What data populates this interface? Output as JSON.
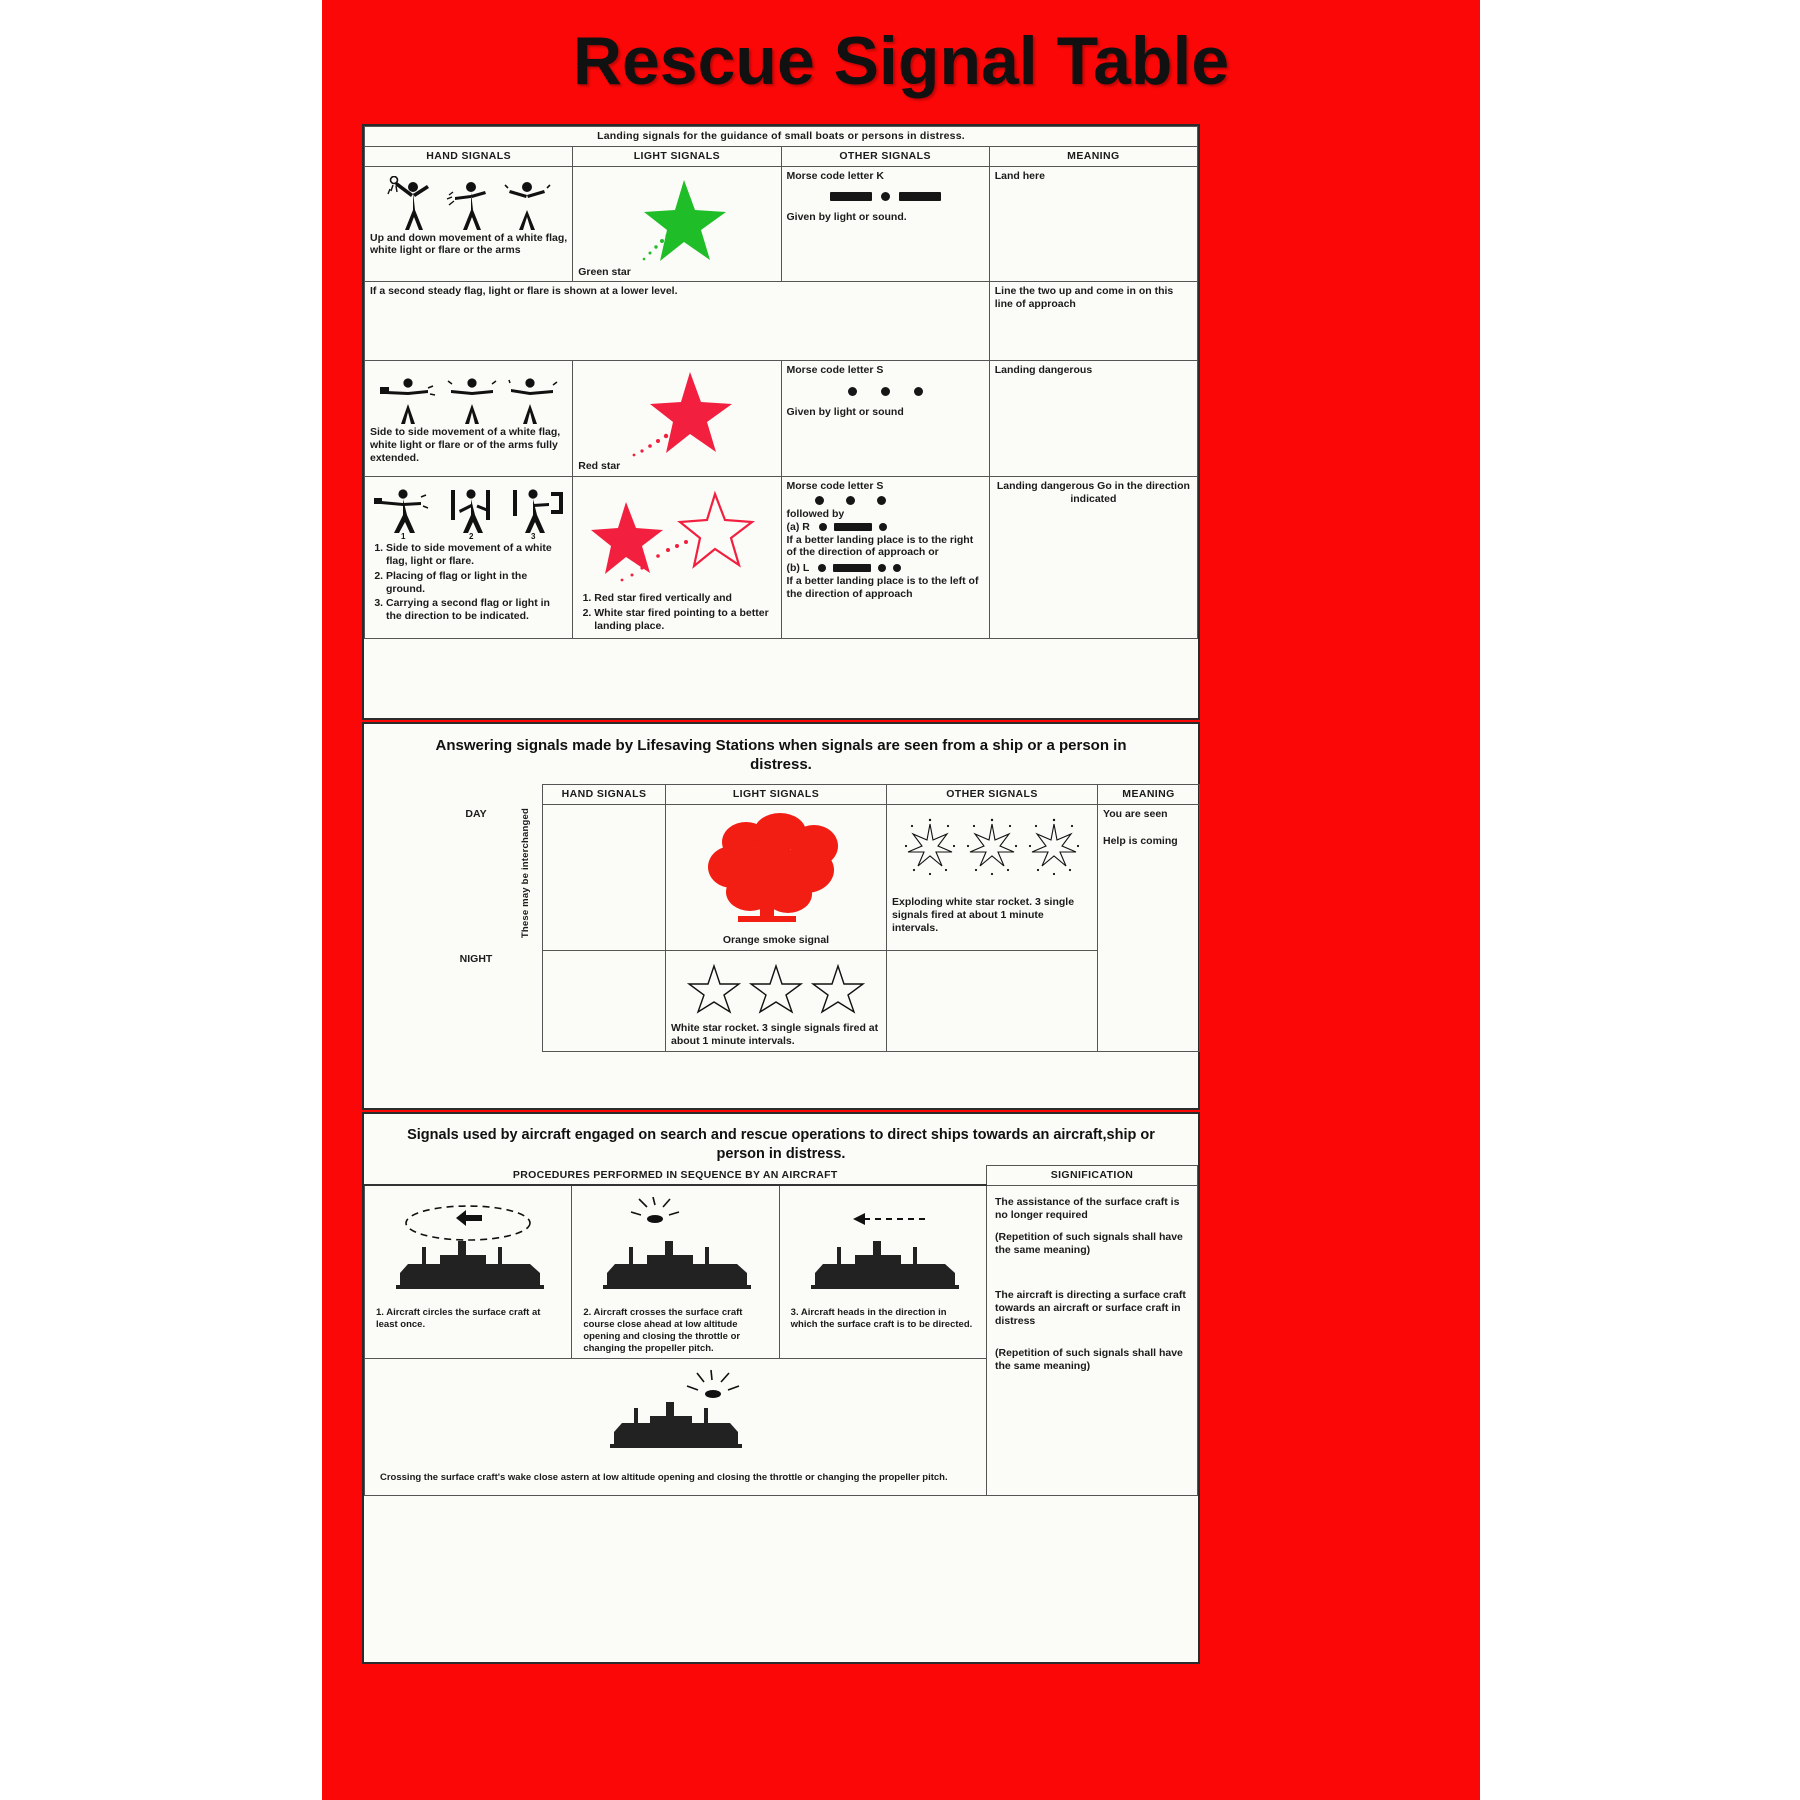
{
  "poster": {
    "title": "Rescue Signal Table",
    "background_color": "#fb0707",
    "sheet_color": "#fbfbf8"
  },
  "section1": {
    "banner": "Landing signals for the guidance of small boats or persons in distress.",
    "columns": [
      "HAND SIGNALS",
      "LIGHT SIGNALS",
      "OTHER SIGNALS",
      "MEANING"
    ],
    "rows": [
      {
        "hand_caption": "Up and down movement of a white flag, white light or flare or the arms",
        "light_caption": "Green star",
        "light_color": "#1fbd27",
        "other_title": "Morse code letter K",
        "other_morse": "dash dot dash",
        "other_note": "Given by light or sound.",
        "meaning": "Land here"
      },
      {
        "full_width_text": "If a second steady flag, light or flare is shown at a lower level.",
        "meaning": "Line the two up and come in on this line of approach"
      },
      {
        "hand_caption": "Side to side movement of a white flag, white light or flare or of the arms fully extended.",
        "light_caption": "Red star",
        "light_color": "#f21f3f",
        "other_title": "Morse code letter S",
        "other_morse": "dot dot dot",
        "other_note": "Given by light or sound",
        "meaning": "Landing dangerous"
      },
      {
        "hand_steps": [
          "Side to side movement of a white flag, light or flare.",
          "Placing of flag or light in the ground.",
          "Carrying a second flag or light in the direction to be indicated."
        ],
        "fig_numbers": [
          "1",
          "2",
          "3"
        ],
        "light_steps": [
          "Red star fired vertically and",
          "White star fired pointing to a better landing place."
        ],
        "other_title": "Morse code letter S",
        "other_morse": "dot dot dot",
        "other_followed": "followed by",
        "other_a_label": "(a) R",
        "other_a_morse": "dot dash dot",
        "other_a_text": "If a better landing place is to the right of the direction of approach or",
        "other_b_label": "(b) L",
        "other_b_morse": "dot dash dot dot",
        "other_b_text": "If a better landing place is to the left of the direction of approach",
        "meaning": "Landing dangerous Go in the direction indicated"
      }
    ]
  },
  "section2": {
    "title": "Answering signals made by Lifesaving Stations when signals are seen from a ship or a person in distress.",
    "columns": [
      "HAND SIGNALS",
      "LIGHT SIGNALS",
      "OTHER SIGNALS",
      "MEANING"
    ],
    "side_label": "These may be interchanged",
    "rows": [
      {
        "time": "DAY",
        "light_caption": "Orange smoke signal",
        "smoke_color": "#f21d13",
        "other_caption": "Exploding white star rocket. 3 single signals fired at about 1 minute intervals."
      },
      {
        "time": "NIGHT",
        "light_caption": "White star rocket. 3 single signals fired at about 1 minute intervals.",
        "other_caption": ""
      }
    ],
    "meaning_line1": "You are seen",
    "meaning_line2": "Help is coming"
  },
  "section3": {
    "title": "Signals used by aircraft engaged on search and rescue operations to direct ships towards an aircraft,ship or person in distress.",
    "subtitle": "PROCEDURES PERFORMED IN SEQUENCE BY AN AIRCRAFT",
    "signification_header": "SIGNIFICATION",
    "steps": [
      "1.  Aircraft circles the surface craft at least once.",
      "2.  Aircraft crosses the surface craft  course close ahead at low altitude opening and closing the throttle or changing the propeller pitch.",
      "3.  Aircraft heads  in  the direction  in  which  the surface craft is to be directed."
    ],
    "bottom_note": "Crossing the surface craft's wake close astern at low altitude opening and closing the throttle or changing the propeller pitch.",
    "signification": [
      "The assistance of the surface craft is no longer required",
      "(Repetition of such signals shall have the same meaning)",
      "The aircraft is directing a surface craft towards an aircraft or surface craft in distress",
      "(Repetition of such signals shall have the same meaning)"
    ]
  }
}
